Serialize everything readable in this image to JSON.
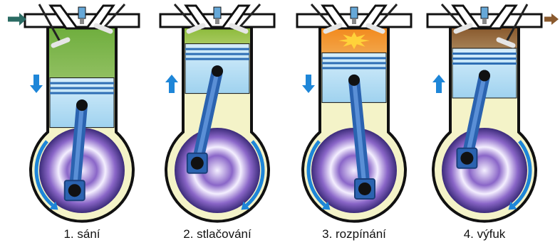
{
  "diagram": {
    "strokes": [
      {
        "caption": "1. sání",
        "piston_level": 0.82,
        "piston_motion": "down",
        "crank_rotation": "counterclockwise",
        "intake_valve": "open",
        "exhaust_valve": "closed",
        "chamber_color": "#6fae3e",
        "flow_arrow": "in"
      },
      {
        "caption": "2. stlačování",
        "piston_level": 0.22,
        "piston_motion": "up",
        "crank_rotation": "clockwise",
        "intake_valve": "closed",
        "exhaust_valve": "closed",
        "chamber_color": "#8dbb3c",
        "flow_arrow": "none"
      },
      {
        "caption": "3. rozpínání",
        "piston_level": 0.38,
        "piston_motion": "down",
        "crank_rotation": "counterclockwise",
        "intake_valve": "closed",
        "exhaust_valve": "closed",
        "chamber_color": "#f28a1e",
        "flow_arrow": "none"
      },
      {
        "caption": "4. výfuk",
        "piston_level": 0.3,
        "piston_motion": "up",
        "crank_rotation": "clockwise",
        "intake_valve": "closed",
        "exhaust_valve": "open",
        "chamber_color": "#8a5a2e",
        "flow_arrow": "out"
      }
    ],
    "colors": {
      "outline": "#111111",
      "cylinder_fill": "#e9edc9",
      "crankcase_fill": "#f4f3c8",
      "piston": "#9fd2ef",
      "piston_ring": "#2f6fb5",
      "rod": "#2b63b0",
      "arrow": "#1e86d8",
      "flywheel_inner": "#f4efff",
      "flywheel_mid": "#8a66c8",
      "flywheel_outer": "#3b2b79",
      "head": "#ffffff",
      "valve_stem": "#222222",
      "spark_plug": "#66a8d8",
      "intake_arrow": "#2a6b63",
      "exhaust_arrow": "#8a5a2e"
    }
  }
}
